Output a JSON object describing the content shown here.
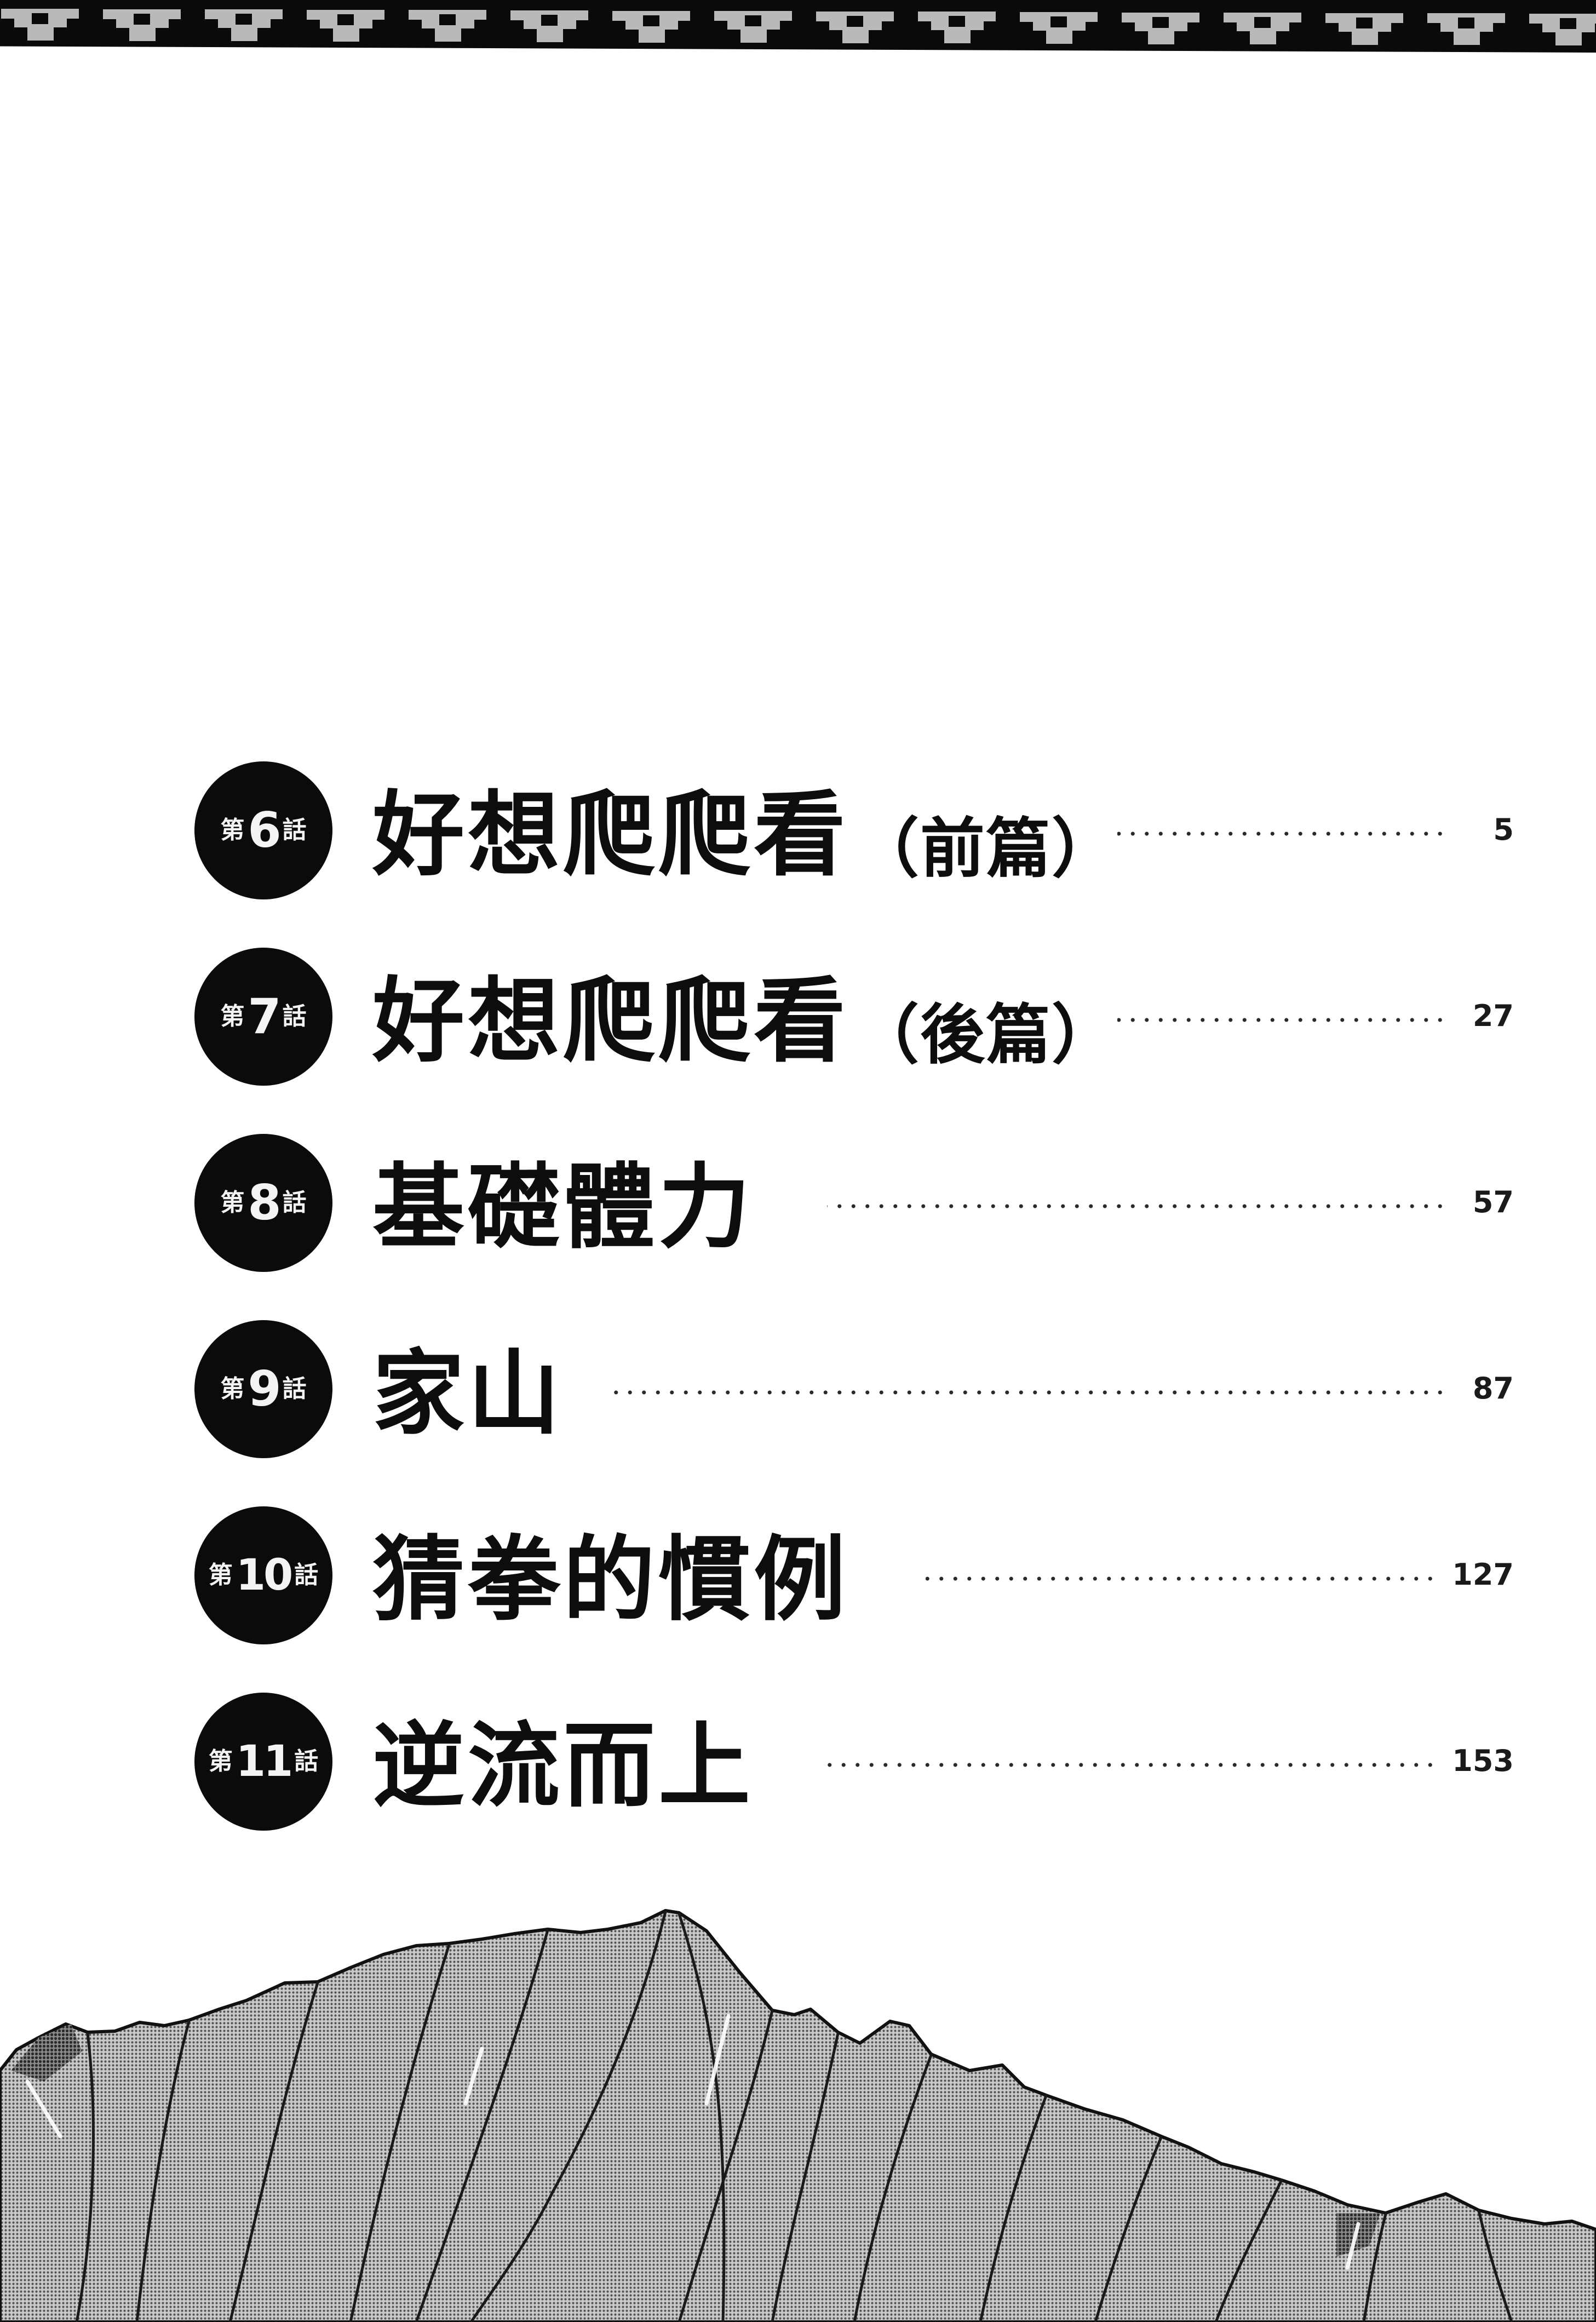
{
  "banner": {
    "motif_count": 16,
    "motif_name": "stepped-inverted-triangle",
    "background_color": "#0a0a0a",
    "motif_color": "#b9b9b9"
  },
  "toc": {
    "episode_prefix": "第",
    "episode_suffix": "話",
    "entries": [
      {
        "number": "6",
        "title": "好想爬爬看",
        "subtitle": "（前篇）",
        "page": "5"
      },
      {
        "number": "7",
        "title": "好想爬爬看",
        "subtitle": "（後篇）",
        "page": "27"
      },
      {
        "number": "8",
        "title": "基礎體力",
        "subtitle": "",
        "page": "57"
      },
      {
        "number": "9",
        "title": "家山",
        "subtitle": "",
        "page": "87"
      },
      {
        "number": "10",
        "title": "猜拳的慣例",
        "subtitle": "",
        "page": "127"
      },
      {
        "number": "11",
        "title": "逆流而上",
        "subtitle": "",
        "page": "153"
      }
    ]
  },
  "illustration": {
    "subject": "mountain-range-halftone",
    "fill_color": "#9a9a9a",
    "line_color": "#111111"
  }
}
